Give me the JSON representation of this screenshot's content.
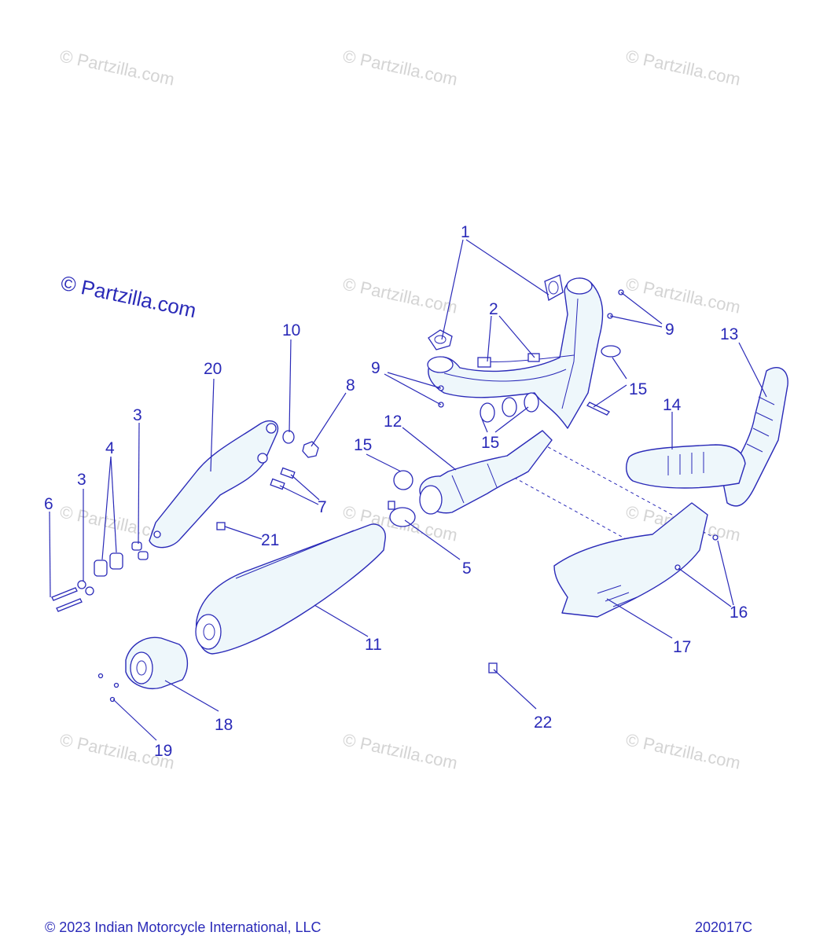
{
  "watermark": "© Partzilla.com",
  "footer": {
    "copyright": "© 2023 Indian Motorcycle International, LLC",
    "drawing_number": "202017C"
  },
  "callouts": {
    "c1": "1",
    "c2": "2",
    "c3a": "3",
    "c3b": "3",
    "c4": "4",
    "c5": "5",
    "c6": "6",
    "c7": "7",
    "c8": "8",
    "c9a": "9",
    "c9b": "9",
    "c10": "10",
    "c11": "11",
    "c12": "12",
    "c13": "13",
    "c14": "14",
    "c15a": "15",
    "c15b": "15",
    "c15c": "15",
    "c16": "16",
    "c17": "17",
    "c18": "18",
    "c19": "19",
    "c20": "20",
    "c21": "21",
    "c22": "22"
  }
}
